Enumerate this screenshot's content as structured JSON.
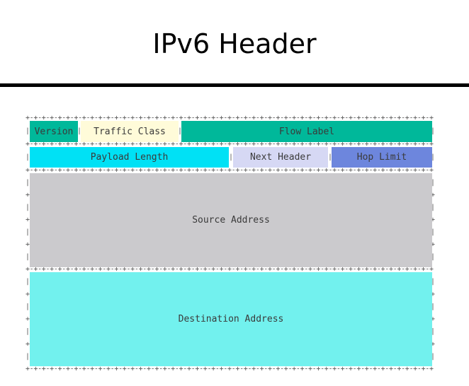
{
  "header": {
    "title": "IPv6 Header"
  },
  "fields": {
    "version": {
      "label": "Version",
      "color": "#00b89a"
    },
    "traffic_class": {
      "label": "Traffic Class",
      "color": "#fffbd9"
    },
    "flow_label": {
      "label": "Flow Label",
      "color": "#00b89a"
    },
    "payload_length": {
      "label": "Payload Length",
      "color": "#00e1f5"
    },
    "next_header": {
      "label": "Next Header",
      "color": "#d6d8f4"
    },
    "hop_limit": {
      "label": "Hop Limit",
      "color": "#6d86dd"
    },
    "source_address": {
      "label": "Source Address",
      "color": "#cbcacd"
    },
    "destination_address": {
      "label": "Destination Address",
      "color": "#72f1ee"
    }
  },
  "style": {
    "divider_color": "#000000",
    "border_glyph_color": "#555555"
  }
}
